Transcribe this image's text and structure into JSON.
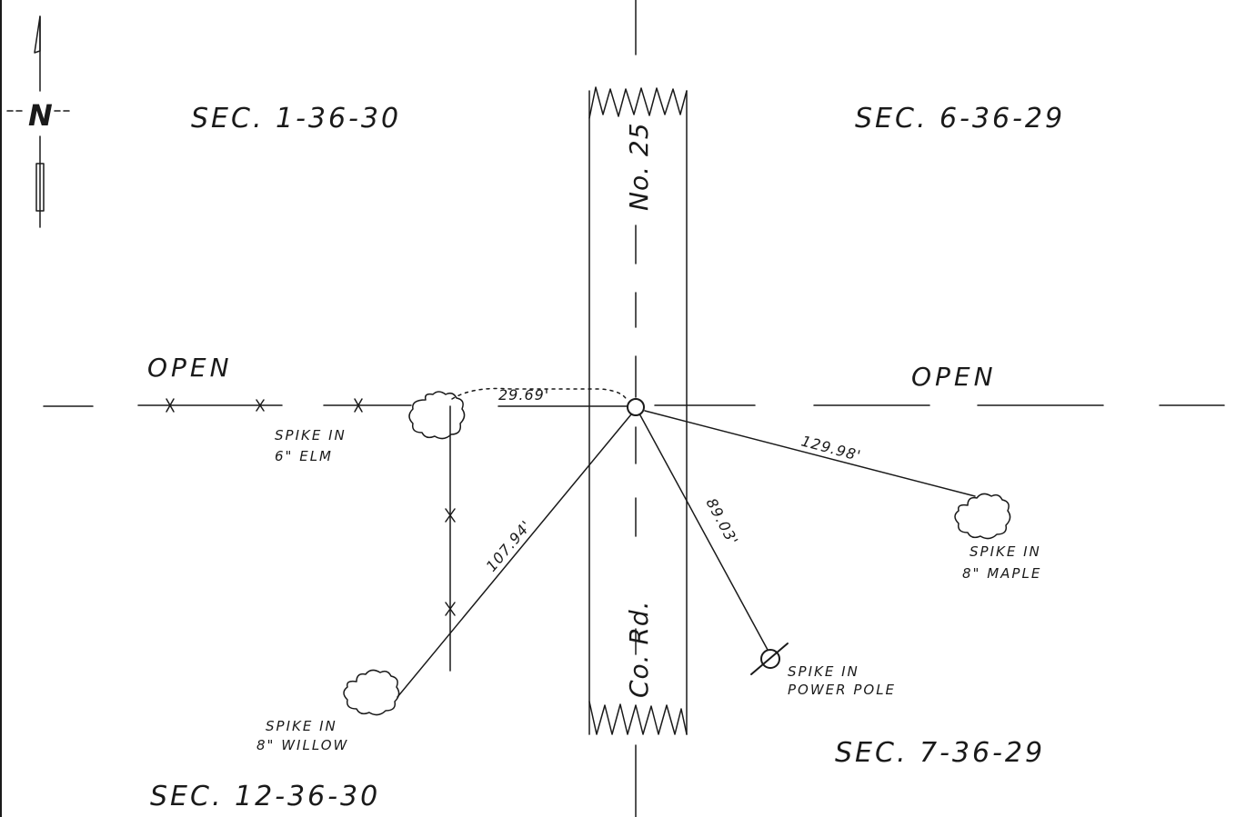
{
  "sections": {
    "nw": "SEC. 1-36-30",
    "ne": "SEC. 6-36-29",
    "sw": "SEC. 12-36-30",
    "se": "SEC. 7-36-29"
  },
  "section_line": {
    "west_label": "OPEN",
    "east_label": "OPEN"
  },
  "road": {
    "name_top": "No. 25",
    "name_bottom": "Co. Rd."
  },
  "north_arrow": {
    "label": "N"
  },
  "ties": [
    {
      "to": "elm",
      "distance": "29.69'"
    },
    {
      "to": "willow",
      "distance": "107.94'"
    },
    {
      "to": "power-pole",
      "distance": "89.03'"
    },
    {
      "to": "maple",
      "distance": "129.98'"
    }
  ],
  "witnesses": {
    "elm": {
      "line1": "SPIKE IN",
      "line2": "6\" ELM"
    },
    "willow": {
      "line1": "SPIKE IN",
      "line2": "8\" WILLOW"
    },
    "maple": {
      "line1": "SPIKE IN",
      "line2": "8\" MAPLE"
    },
    "power_pole": {
      "line1": "SPIKE IN",
      "line2": "POWER POLE"
    }
  },
  "colors": {
    "ink": "#1a1a1a",
    "paper": "#ffffff"
  }
}
